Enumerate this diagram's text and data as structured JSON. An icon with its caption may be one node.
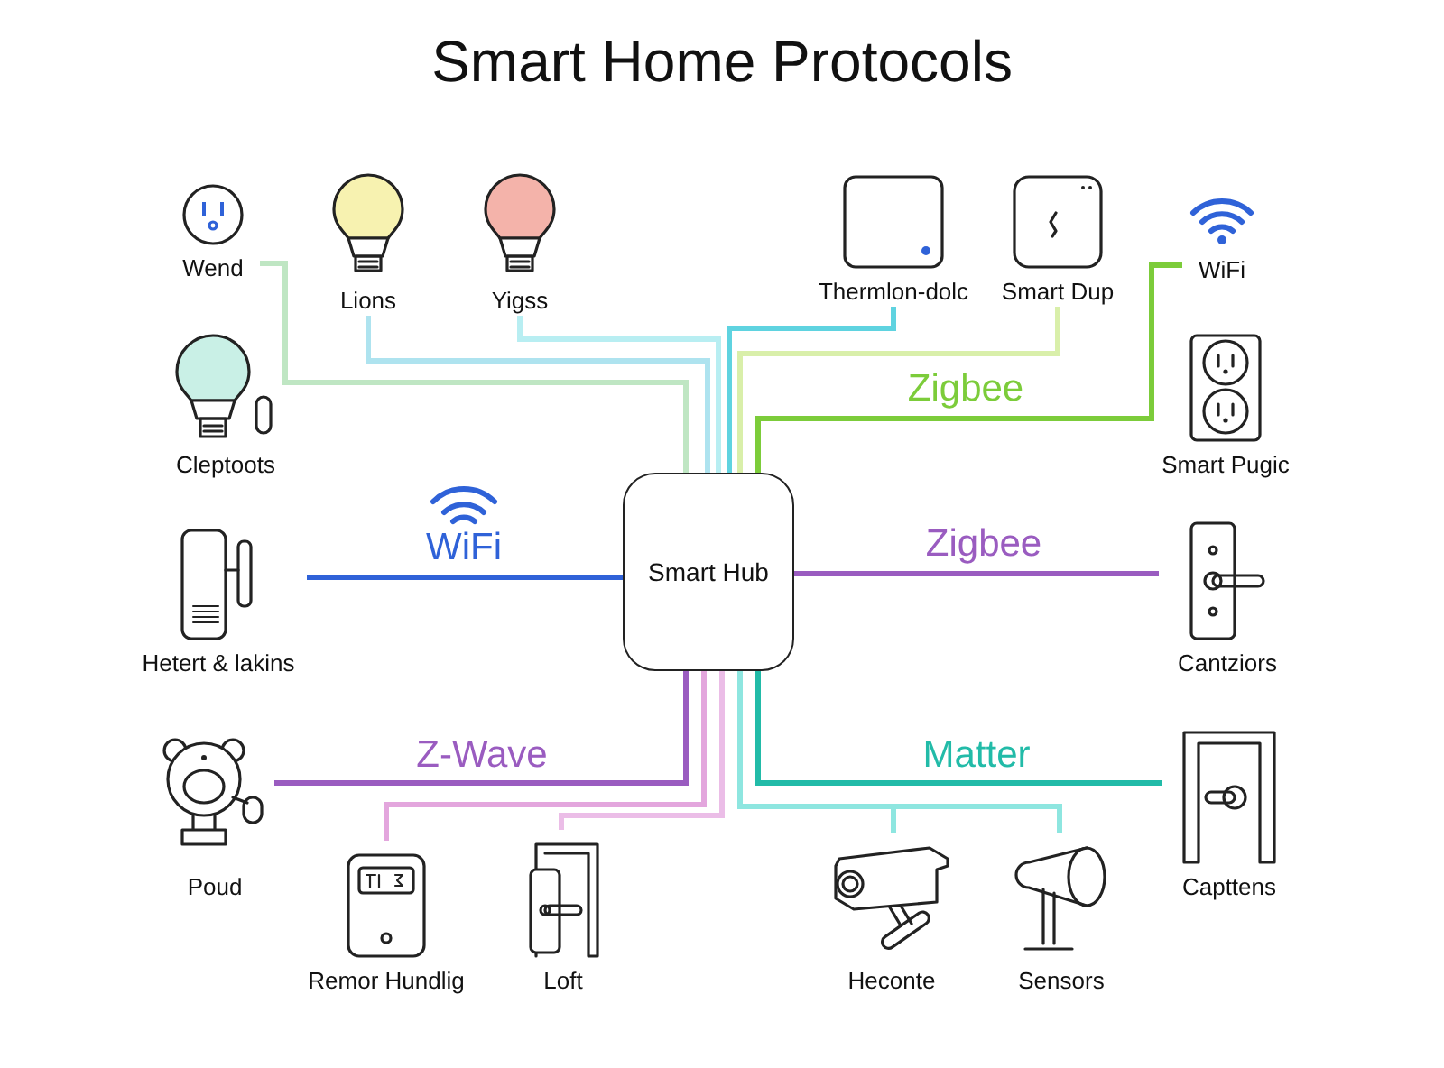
{
  "diagram": {
    "title": "Smart Home Protocols",
    "nodes": [
      {
        "text": [
          "Wend"
        ]
      },
      {
        "text": [
          "Lions"
        ]
      },
      {
        "text": [
          "Yigss"
        ]
      },
      {
        "text": [
          "Thermlon-dolc"
        ]
      },
      {
        "text": [
          "Smart Dup"
        ]
      },
      {
        "text": [
          "WiFi"
        ]
      },
      {
        "text": [
          "Cleptoots"
        ]
      },
      {
        "text": [
          "Smart Pugic"
        ]
      },
      {
        "text": [
          "Smart Hub"
        ]
      },
      {
        "text": [
          "Hetert & lakins"
        ]
      },
      {
        "text": [
          "Cantziors"
        ]
      },
      {
        "text": [
          "Poud"
        ]
      },
      {
        "text": [
          "Capttens"
        ]
      },
      {
        "text": [
          "Remor Hundlig"
        ]
      },
      {
        "text": [
          "Loft"
        ]
      },
      {
        "text": [
          "Heconte"
        ]
      },
      {
        "text": [
          "Sensors"
        ]
      }
    ],
    "edges": [
      {
        "from": 0,
        "to": 8,
        "arrow": "none",
        "color": "#bfe6c3"
      },
      {
        "from": 1,
        "to": 8,
        "arrow": "none",
        "color": "#aee3ef"
      },
      {
        "from": 2,
        "to": 8,
        "arrow": "none",
        "color": "#b8eef2"
      },
      {
        "from": 3,
        "to": 8,
        "arrow": "none",
        "color": "#5fd3e0"
      },
      {
        "from": 4,
        "to": 8,
        "arrow": "none",
        "color": "#d9efaa"
      },
      {
        "from": 5,
        "to": 8,
        "arrow": "none",
        "label": "Zigbee",
        "color": "#7ccc3a"
      },
      {
        "from": 9,
        "to": 8,
        "arrow": "none",
        "label": "WiFi",
        "color": "#2f62d8"
      },
      {
        "from": 8,
        "to": 10,
        "arrow": "none",
        "label": "Zigbee",
        "color": "#9a5cc0"
      },
      {
        "from": 11,
        "to": 8,
        "arrow": "none",
        "label": "Z-Wave",
        "color": "#9a5cc0"
      },
      {
        "from": 8,
        "to": 12,
        "arrow": "none",
        "label": "Matter",
        "color": "#22bba8"
      },
      {
        "from": 8,
        "to": 13,
        "arrow": "none",
        "color": "#e3a6dd"
      },
      {
        "from": 8,
        "to": 14,
        "arrow": "none",
        "color": "#ebbde7"
      },
      {
        "from": 8,
        "to": 15,
        "arrow": "none",
        "color": "#8ee6e0"
      },
      {
        "from": 8,
        "to": 16,
        "arrow": "none",
        "color": "#8ee6e0"
      }
    ]
  }
}
